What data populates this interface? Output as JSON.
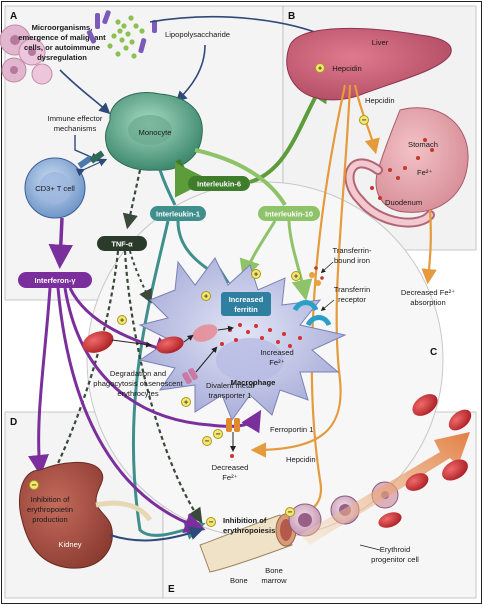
{
  "panels": {
    "a": "A",
    "b": "B",
    "c": "C",
    "d": "D",
    "e": "E"
  },
  "labels": {
    "microorganisms": [
      "Microorganisms,",
      "emergence of malignant",
      "cells, or autoimmune",
      "dysregulation"
    ],
    "lipopolysaccharide": "Lipopolysaccharide",
    "immune_effector": [
      "Immune effector",
      "mechanisms"
    ],
    "monocyte": "Monocyte",
    "cd3_tcell": "CD3+ T cell",
    "interleukin6": "Interleukin-6",
    "interleukin1": "Interleukin-1",
    "interleukin10": "Interleukin-10",
    "tnf": "TNF-α",
    "interferon": "Interferon-γ",
    "liver": "Liver",
    "hepcidin_liver": "Hepcidin",
    "hepcidin_mid": "Hepcidin",
    "hepcidin_bottom": "Hepcidin",
    "stomach": "Stomach",
    "fe2_stomach": "Fe²⁺",
    "duodenum": "Duodenum",
    "decreased_absorption": [
      "Decreased Fe²⁺",
      "absorption"
    ],
    "transferrin_bound": [
      "Transferrin-",
      "bound iron"
    ],
    "transferrin_receptor": [
      "Transferrin",
      "receptor"
    ],
    "increased_ferritin": [
      "Increased",
      "ferritin"
    ],
    "increased_fe": [
      "Increased",
      "Fe²⁺"
    ],
    "macrophage": "Macrophage",
    "degradation": [
      "Degradation and",
      "phagocytosis of senescent",
      "erythrocytes"
    ],
    "dmt1": [
      "Divalent metal",
      "transporter 1"
    ],
    "ferroportin": "Ferroportin 1",
    "decreased_fe": [
      "Decreased",
      "Fe²⁺"
    ],
    "inhibition_epo": [
      "Inhibition of",
      "erythropoietin",
      "production"
    ],
    "kidney": "Kidney",
    "inhibition_erythro": [
      "Inhibition of",
      "erythropoiesis"
    ],
    "bone": "Bone",
    "bone_marrow": [
      "Bone",
      "marrow"
    ],
    "erythroid": [
      "Erythroid",
      "progenitor cell"
    ]
  },
  "colors": {
    "purple": "#7b2f9c",
    "teal": "#3f8f8c",
    "green": "#3f7d2c",
    "light_green": "#8ec36a",
    "orange": "#e59a3c",
    "navy": "#2f4a7a",
    "blue": "#3f6aa8"
  }
}
